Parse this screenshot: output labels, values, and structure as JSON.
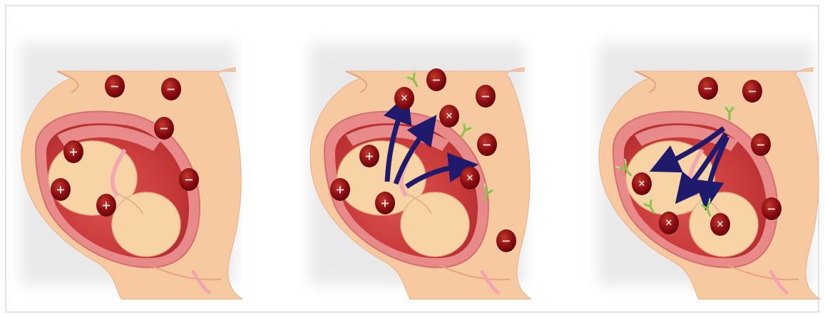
{
  "figure": {
    "panels": [
      {
        "id": "panel-1",
        "cells": [
          {
            "kind": "fetal",
            "sign": "+"
          },
          {
            "kind": "fetal",
            "sign": "+"
          },
          {
            "kind": "fetal",
            "sign": "+"
          },
          {
            "kind": "maternal",
            "sign": "−"
          },
          {
            "kind": "maternal",
            "sign": "−"
          },
          {
            "kind": "maternal",
            "sign": "−"
          },
          {
            "kind": "maternal",
            "sign": "−"
          }
        ],
        "arrows": 0,
        "antibodies": 0
      },
      {
        "id": "panel-2",
        "cells": [
          {
            "kind": "fetal",
            "sign": "+"
          },
          {
            "kind": "fetal",
            "sign": "+"
          },
          {
            "kind": "fetal",
            "sign": "+"
          },
          {
            "kind": "sensitized",
            "sign": "×"
          },
          {
            "kind": "sensitized",
            "sign": "×"
          },
          {
            "kind": "sensitized",
            "sign": "×"
          },
          {
            "kind": "maternal",
            "sign": "−"
          },
          {
            "kind": "maternal",
            "sign": "−"
          },
          {
            "kind": "maternal",
            "sign": "−"
          },
          {
            "kind": "maternal",
            "sign": "−"
          }
        ],
        "arrows": 3,
        "antibodies": 3
      },
      {
        "id": "panel-3",
        "cells": [
          {
            "kind": "sensitized",
            "sign": "×"
          },
          {
            "kind": "sensitized",
            "sign": "×"
          },
          {
            "kind": "sensitized",
            "sign": "×"
          },
          {
            "kind": "maternal",
            "sign": "−"
          },
          {
            "kind": "maternal",
            "sign": "−"
          },
          {
            "kind": "maternal",
            "sign": "−"
          },
          {
            "kind": "maternal",
            "sign": "−"
          }
        ],
        "arrows": 3,
        "antibodies": 5
      }
    ],
    "colors": {
      "skin": "#f7c9a0",
      "skin_shadow": "#e8a27c",
      "uterus": "#e88a8a",
      "uterus_inner": "#c93a3a",
      "placenta": "#d9534f",
      "fetus": "#f7d3a6",
      "cell": "#8b0d12",
      "cell_highlight": "#c0392b",
      "arrow": "#1f1a6b",
      "antibody": "#8bc34a",
      "frame": "#c8c8c8"
    }
  }
}
